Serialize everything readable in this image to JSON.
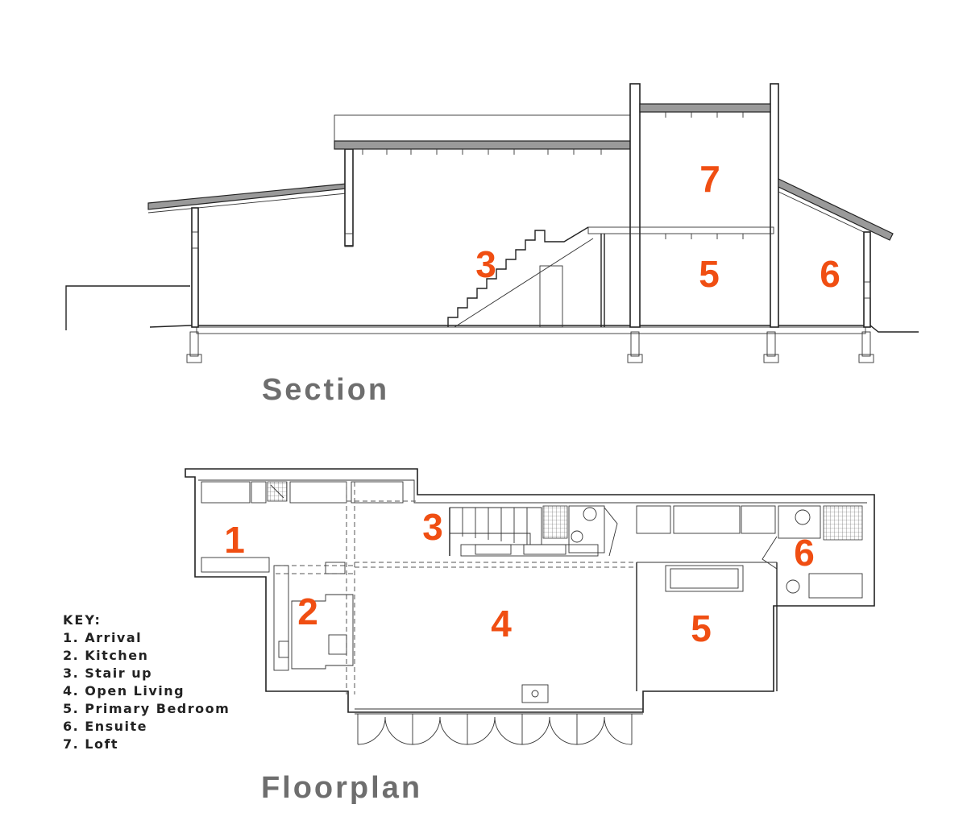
{
  "section": {
    "title": "Section",
    "labels": {
      "r3": "3",
      "r5": "5",
      "r6": "6",
      "r7": "7"
    }
  },
  "floorplan": {
    "title": "Floorplan",
    "labels": {
      "r1": "1",
      "r2": "2",
      "r3": "3",
      "r4": "4",
      "r5": "5",
      "r6": "6"
    }
  },
  "key": {
    "title": "KEY:",
    "items": [
      "1. Arrival",
      "2. Kitchen",
      "3. Stair up",
      "4. Open Living",
      "5. Primary Bedroom",
      "6. Ensuite",
      "7. Loft"
    ]
  },
  "colors": {
    "accent": "#f04e12",
    "title_gray": "#6e6e6e",
    "line": "#222222"
  }
}
